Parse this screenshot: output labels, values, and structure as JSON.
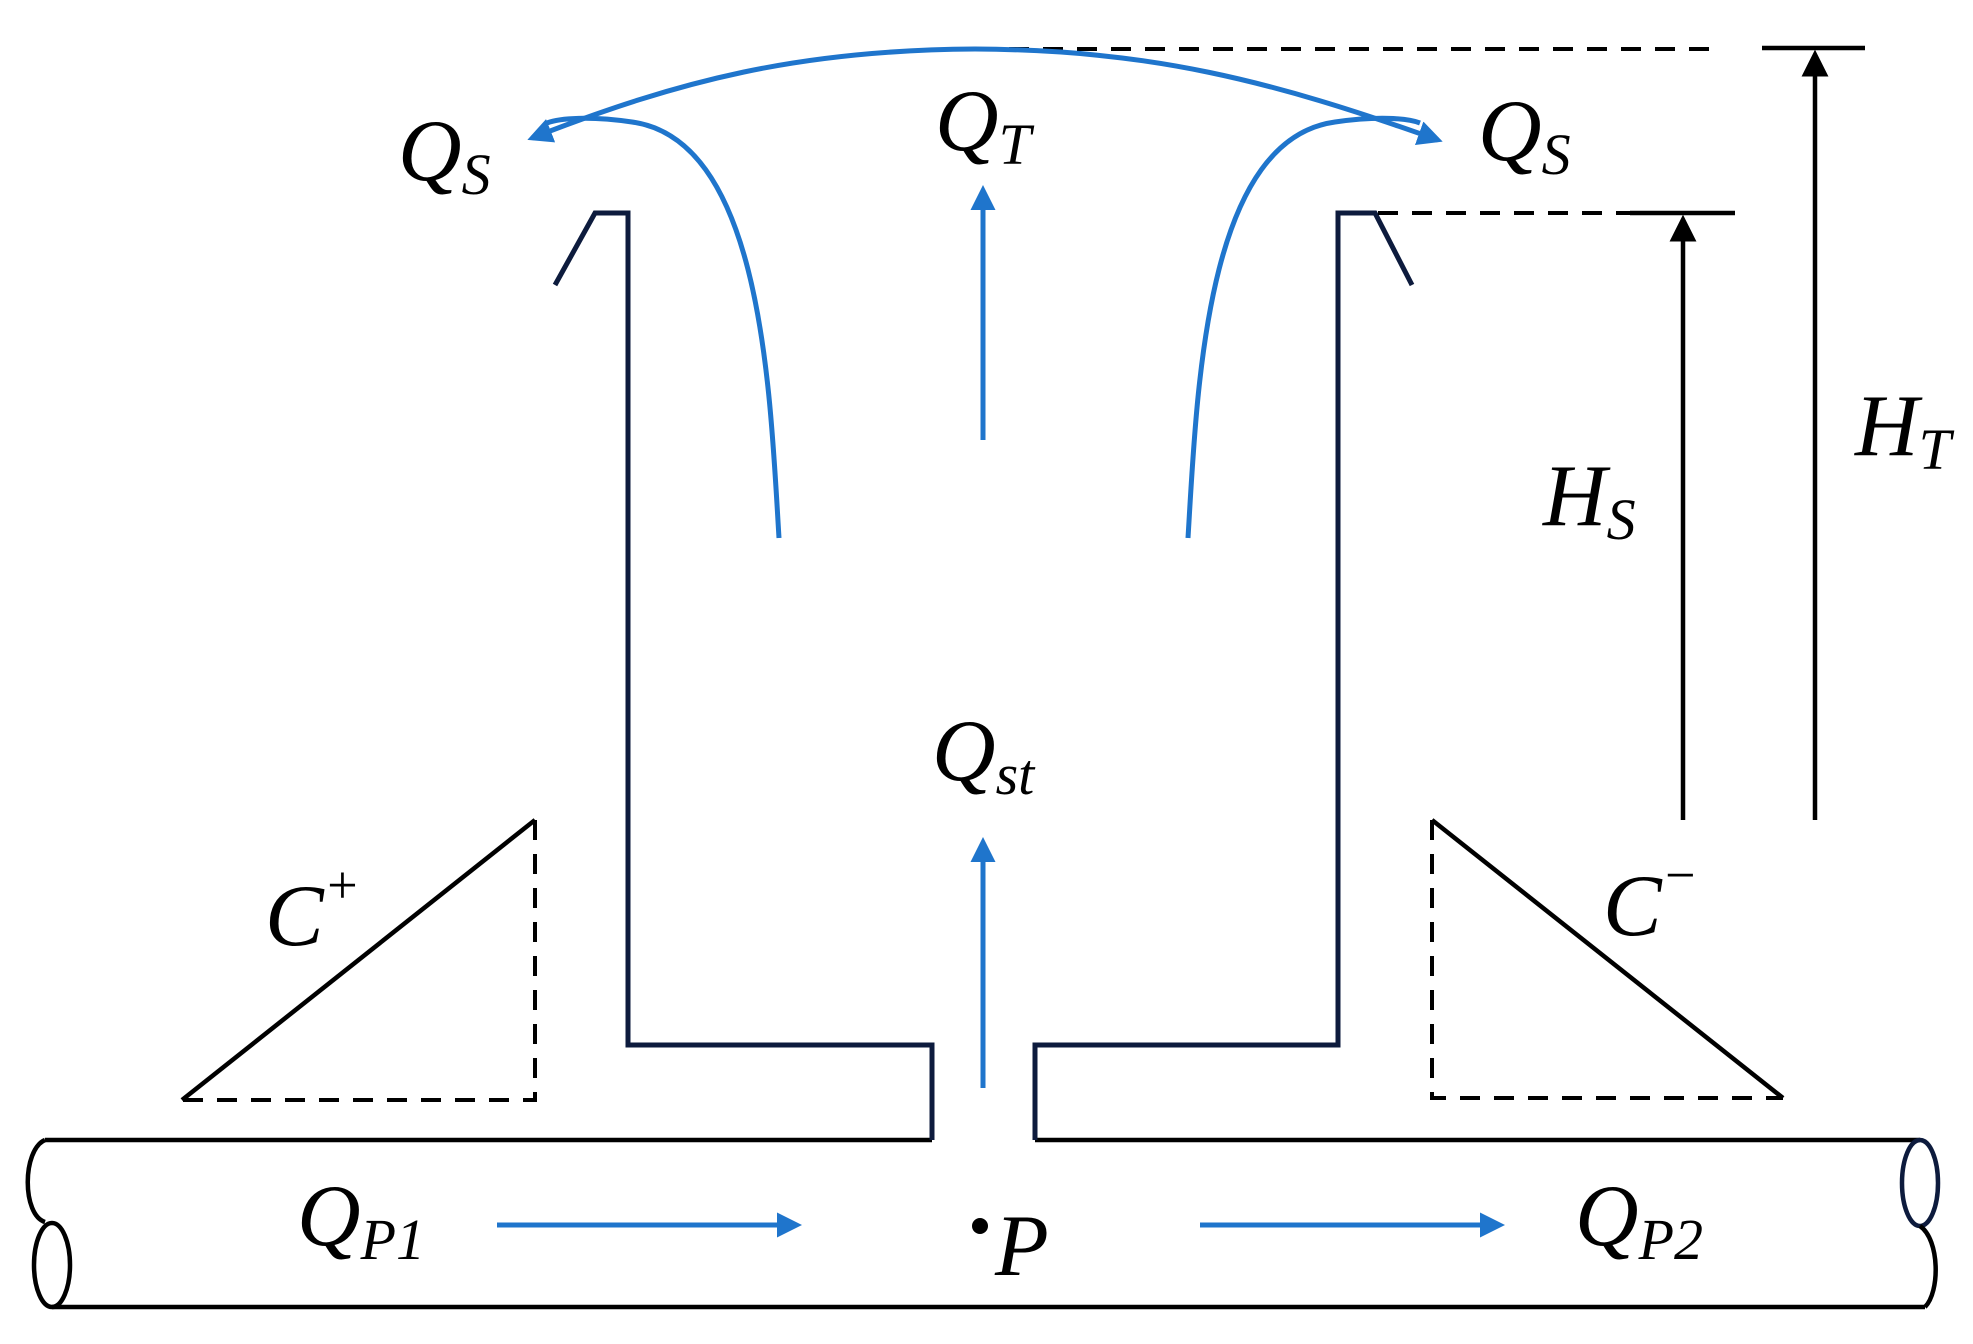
{
  "labels": {
    "qs_left": {
      "main": "Q",
      "sub": "S"
    },
    "qt": {
      "main": "Q",
      "sub": "T"
    },
    "qs_right": {
      "main": "Q",
      "sub": "S"
    },
    "hs": {
      "main": "H",
      "sub": "S"
    },
    "ht": {
      "main": "H",
      "sub": "T"
    },
    "qst": {
      "main": "Q",
      "sub": "st"
    },
    "c_plus": {
      "main": "C",
      "sup": "+"
    },
    "c_minus": {
      "main": "C",
      "sup": "−"
    },
    "qp1": {
      "main": "Q",
      "sub": "P1"
    },
    "qp2": {
      "main": "Q",
      "sub": "P2"
    },
    "point_p": {
      "main": "P"
    }
  },
  "colors": {
    "flow": "#1f75cc",
    "structure": "#0d1b3d",
    "annotation": "#000000"
  }
}
